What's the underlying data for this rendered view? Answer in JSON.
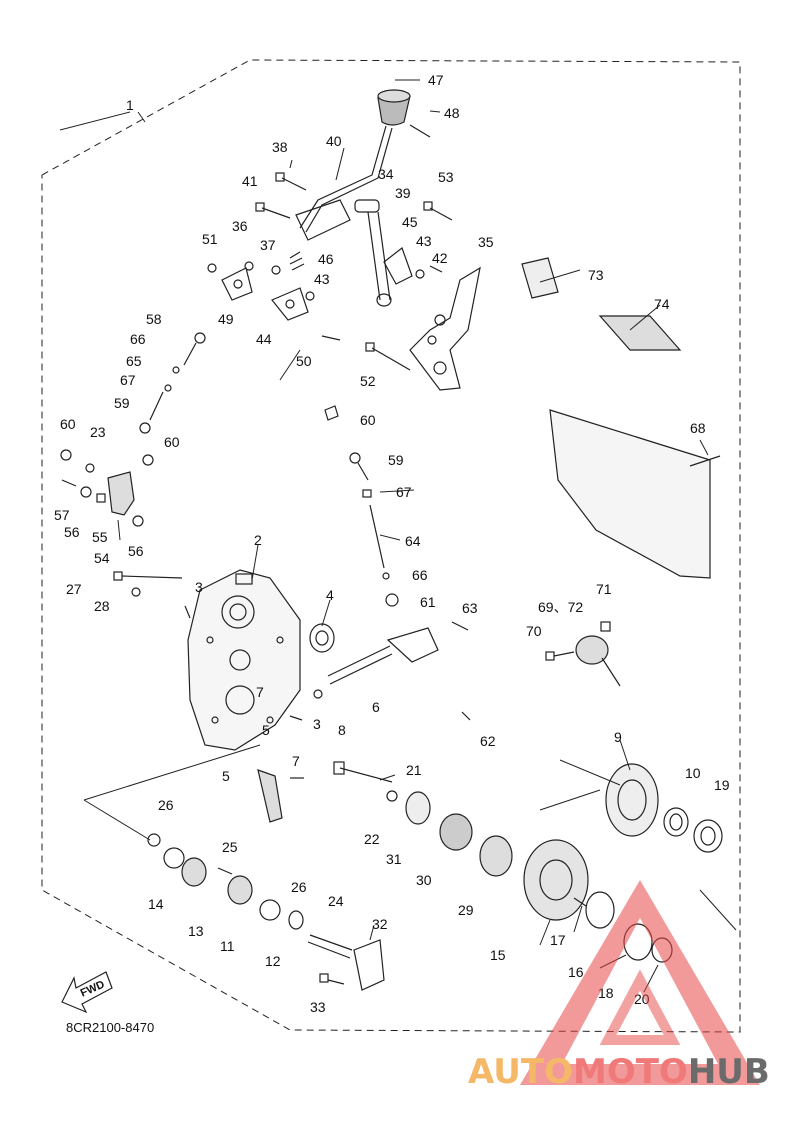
{
  "diagram_code": "8CR2100-8470",
  "fwd_label": "FWD",
  "watermark": {
    "part1": "AUTO",
    "part2": "MOTO",
    "part3": "HUB",
    "color1": "#f5b868",
    "color2": "#f07a7a",
    "color3": "#6b6b6b",
    "triangle_color": "#e84545"
  },
  "callouts": [
    "1",
    "2",
    "3",
    "3",
    "4",
    "5",
    "5",
    "6",
    "7",
    "7",
    "8",
    "9",
    "10",
    "11",
    "12",
    "13",
    "14",
    "15",
    "16",
    "17",
    "18",
    "19",
    "20",
    "21",
    "22",
    "23",
    "24",
    "25",
    "26",
    "26",
    "27",
    "28",
    "29",
    "30",
    "31",
    "32",
    "33",
    "34",
    "35",
    "36",
    "37",
    "38",
    "39",
    "40",
    "41",
    "42",
    "43",
    "43",
    "44",
    "45",
    "46",
    "47",
    "48",
    "49",
    "50",
    "51",
    "52",
    "53",
    "54",
    "55",
    "56",
    "56",
    "57",
    "58",
    "59",
    "59",
    "60",
    "60",
    "60",
    "61",
    "62",
    "63",
    "64",
    "65",
    "66",
    "66",
    "67",
    "67",
    "68",
    "69、72",
    "70",
    "71",
    "73",
    "74"
  ]
}
